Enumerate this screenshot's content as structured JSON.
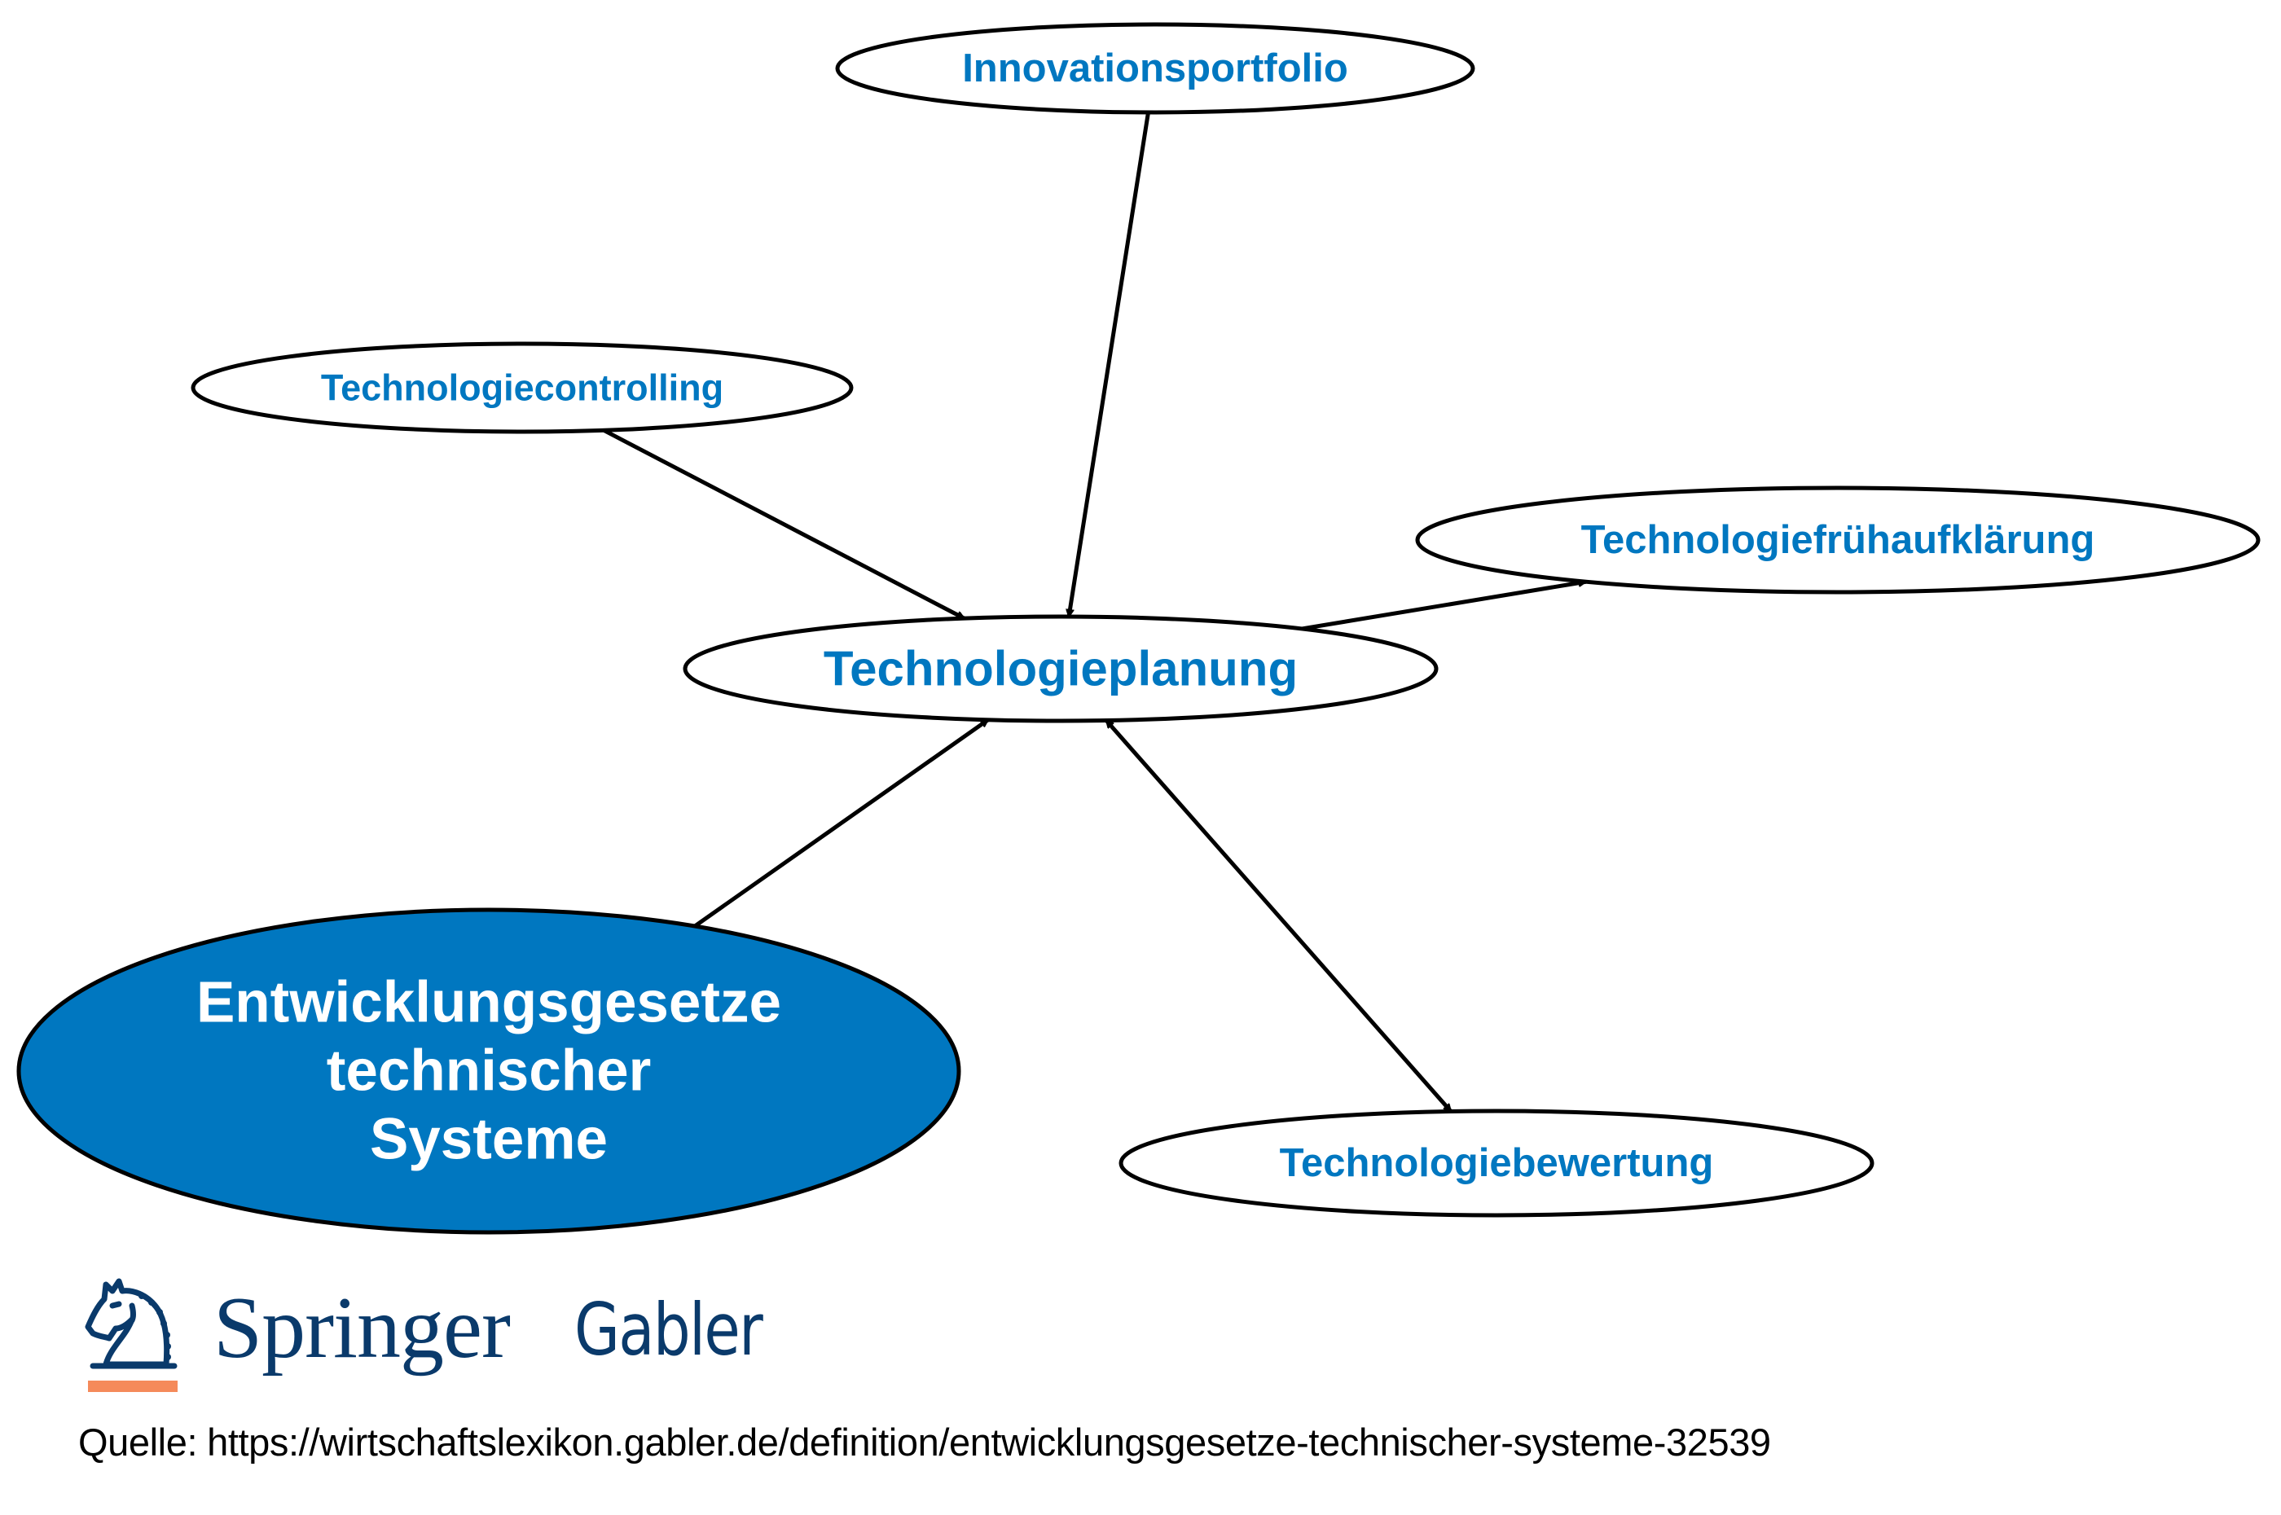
{
  "diagram": {
    "type": "concept-graph",
    "colors": {
      "node_text": "#0077c0",
      "node_border": "#000000",
      "node_fill": "#ffffff",
      "focus_fill": "#0077c0",
      "focus_text": "#ffffff",
      "edge": "#000000"
    },
    "nodes": [
      {
        "id": "innovationsportfolio",
        "label": [
          "Innovationsportfolio"
        ],
        "focus": false
      },
      {
        "id": "technologiecontrolling",
        "label": [
          "Technologiecontrolling"
        ],
        "focus": false
      },
      {
        "id": "technologiefruehaufklaerung",
        "label": [
          "Technologiefrühaufklärung"
        ],
        "focus": false
      },
      {
        "id": "technologieplanung",
        "label": [
          "Technologieplanung"
        ],
        "focus": false
      },
      {
        "id": "entwicklungsgesetze",
        "label": [
          "Entwicklungsgesetze",
          "technischer",
          "Systeme"
        ],
        "focus": true
      },
      {
        "id": "technologiebewertung",
        "label": [
          "Technologiebewertung"
        ],
        "focus": false
      }
    ],
    "edges": [
      {
        "from": "innovationsportfolio",
        "to": "technologieplanung",
        "direction": "forward"
      },
      {
        "from": "technologiecontrolling",
        "to": "technologieplanung",
        "direction": "forward"
      },
      {
        "from": "technologieplanung",
        "to": "technologiefruehaufklaerung",
        "direction": "forward"
      },
      {
        "from": "entwicklungsgesetze",
        "to": "technologieplanung",
        "direction": "forward"
      },
      {
        "from": "technologieplanung",
        "to": "technologiebewertung",
        "direction": "both"
      }
    ]
  },
  "branding": {
    "logo_icon": "springer-knight-horse-icon",
    "logo_word_1": "Springer",
    "logo_word_2": "Gabler",
    "logo_color": "#0a3a6b",
    "logo_underline_color": "#f58a5a"
  },
  "footer": {
    "source_prefix": "Quelle:",
    "source_url": "https://wirtschaftslexikon.gabler.de/definition/entwicklungsgesetze-technischer-systeme-32539"
  }
}
